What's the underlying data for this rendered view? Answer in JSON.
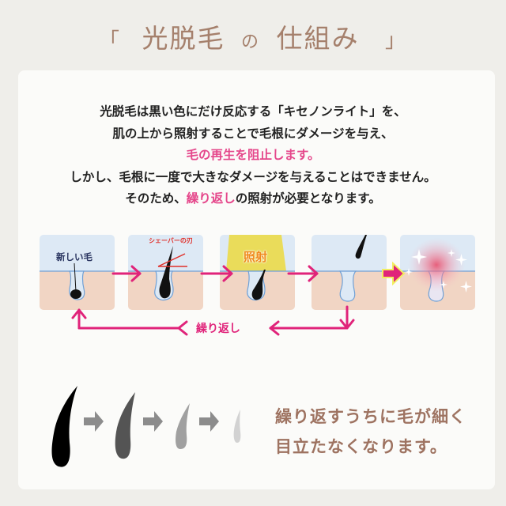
{
  "title": {
    "open_bracket": "「",
    "main1": "光脱毛",
    "particle": "の",
    "main2": "仕組み",
    "close_bracket": "」"
  },
  "description": {
    "line1": "光脱毛は黒い色にだけ反応する「キセノンライト」を、",
    "line2": "肌の上から照射することで毛根にダメージを与え、",
    "line3_highlight": "毛の再生を阻止します。",
    "line4": "しかし、毛根に一度で大きなダメージを与えることはできません。",
    "line5_pre": "そのため、",
    "line5_highlight": "繰り返し",
    "line5_post": "の照射が必要となります。"
  },
  "diagram": {
    "panels": [
      {
        "step": 1,
        "label": "新しい毛",
        "state": "new-hair"
      },
      {
        "step": 2,
        "label": "シェーバーの刃",
        "state": "shaved-hair"
      },
      {
        "step": 3,
        "label": "照射",
        "state": "light-irradiation"
      },
      {
        "step": 4,
        "label": "",
        "state": "hair-falls-out"
      },
      {
        "step": 5,
        "label": "",
        "state": "follicle-damaged"
      }
    ],
    "cycle_label": "繰り返し"
  },
  "result": {
    "line1": "繰り返すうちに毛が細く",
    "line2": "目立たなくなります。"
  },
  "colors": {
    "title": "#a5806c",
    "highlight_pink": "#e5478b",
    "arrow_magenta": "#e0237a",
    "sky": "#dde9f5",
    "skin": "#f1d5c4",
    "result_text": "#9e7361"
  }
}
